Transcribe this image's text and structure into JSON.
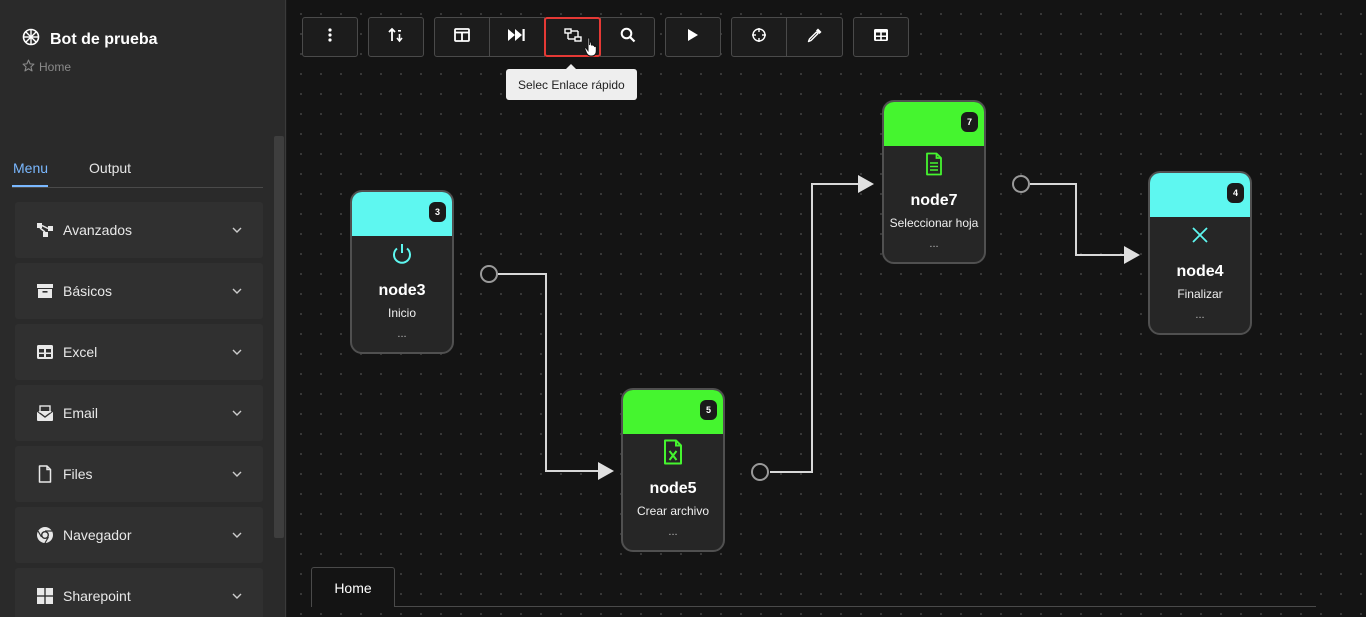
{
  "app": {
    "title": "Bot de prueba",
    "breadcrumb": "Home"
  },
  "sidebar": {
    "tabs": [
      {
        "label": "Menu",
        "active": true
      },
      {
        "label": "Output",
        "active": false
      }
    ],
    "items": [
      {
        "label": "Avanzados",
        "icon": "flow-icon"
      },
      {
        "label": "Básicos",
        "icon": "archive-icon"
      },
      {
        "label": "Excel",
        "icon": "table-icon"
      },
      {
        "label": "Email",
        "icon": "envelope-icon"
      },
      {
        "label": "Files",
        "icon": "file-icon"
      },
      {
        "label": "Navegador",
        "icon": "chrome-icon"
      },
      {
        "label": "Sharepoint",
        "icon": "windows-icon"
      }
    ]
  },
  "toolbar": {
    "buttons": [
      {
        "name": "more-vertical",
        "icon": "dots-vertical-icon"
      },
      {
        "name": "sort",
        "icon": "sort-icon"
      },
      {
        "name": "split-view",
        "icon": "columns-icon"
      },
      {
        "name": "skip-forward",
        "icon": "skip-icon"
      },
      {
        "name": "quick-link",
        "icon": "link-select-icon"
      },
      {
        "name": "search",
        "icon": "search-icon"
      },
      {
        "name": "run",
        "icon": "play-icon"
      },
      {
        "name": "target",
        "icon": "crosshair-icon"
      },
      {
        "name": "picker",
        "icon": "eyedropper-icon"
      },
      {
        "name": "table",
        "icon": "table-icon"
      }
    ],
    "tooltip": "Selec Enlace rápido"
  },
  "nodes": [
    {
      "id": "node3",
      "badge": "3",
      "name": "node3",
      "desc": "Inicio",
      "dots": "...",
      "color": "#5ef7f0",
      "icon": "power-icon"
    },
    {
      "id": "node5",
      "badge": "5",
      "name": "node5",
      "desc": "Crear archivo",
      "dots": "...",
      "color": "#45f52f",
      "icon": "excel-file-icon"
    },
    {
      "id": "node7",
      "badge": "7",
      "name": "node7",
      "desc": "Seleccionar hoja",
      "dots": "...",
      "color": "#45f52f",
      "icon": "document-icon"
    },
    {
      "id": "node4",
      "badge": "4",
      "name": "node4",
      "desc": "Finalizar",
      "dots": "...",
      "color": "#5ef7f0",
      "icon": "close-icon"
    }
  ],
  "bottom_tabs": [
    {
      "label": "Home"
    }
  ],
  "colors": {
    "accent": "#7ab8ff",
    "active_border": "#e53935",
    "teal": "#5ef7f0",
    "green": "#45f52f"
  }
}
